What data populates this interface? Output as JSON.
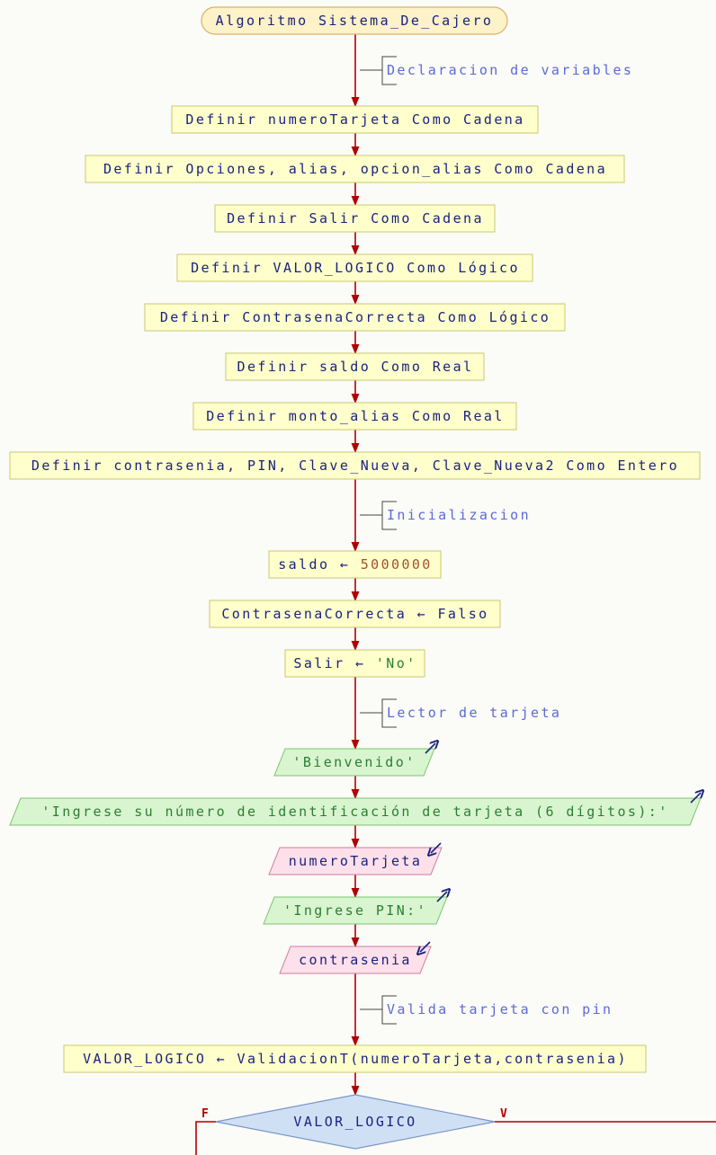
{
  "colors": {
    "background": "#fbfbf8",
    "line": "#b00000",
    "start_fill": "#fdf2c8",
    "start_stroke": "#d8b26a",
    "process_fill": "#ffffcc",
    "process_stroke": "#c8c870",
    "output_fill": "#d8f5d0",
    "output_stroke": "#7cc46c",
    "input_fill": "#fde0ea",
    "input_stroke": "#d07a9a",
    "decision_fill": "#cfe0f5",
    "decision_stroke": "#7a96c6",
    "comment_text": "#5b6ad6",
    "keyword_text": "#1a237e",
    "string_text": "#2e7d32",
    "number_text": "#a0522d"
  },
  "flowchart": {
    "start": {
      "label": "Algoritmo Sistema_De_Cajero"
    },
    "comments": {
      "declarations": "Declaracion de variables",
      "initialization": "Inicializacion",
      "card_reader": "Lector de tarjeta",
      "validate": "Valida tarjeta con pin"
    },
    "definitions": [
      "Definir numeroTarjeta Como Cadena",
      "Definir Opciones, alias, opcion_alias Como Cadena",
      "Definir Salir Como Cadena",
      "Definir VALOR_LOGICO Como Lógico",
      "Definir ContrasenaCorrecta Como Lógico",
      "Definir saldo Como Real",
      "Definir monto_alias Como Real",
      "Definir contrasenia, PIN, Clave_Nueva, Clave_Nueva2 Como Entero"
    ],
    "assignments": {
      "saldo": {
        "var": "saldo",
        "op": "←",
        "value": "5000000"
      },
      "contrasena": {
        "var": "ContrasenaCorrecta",
        "op": "←",
        "value": "Falso"
      },
      "salir": {
        "var": "Salir",
        "op": "←",
        "value": "'No'"
      }
    },
    "io": {
      "welcome": "'Bienvenido'",
      "ask_card": "'Ingrese su número de identificación de tarjeta (6 dígitos):'",
      "read_card": "numeroTarjeta",
      "ask_pin": "'Ingrese PIN:'",
      "read_pin": "contrasenia"
    },
    "validation": {
      "assign": "VALOR_LOGICO ← ValidacionT(numeroTarjeta,contrasenia)"
    },
    "decision": {
      "condition": "VALOR_LOGICO",
      "false_label": "F",
      "true_label": "V"
    }
  }
}
